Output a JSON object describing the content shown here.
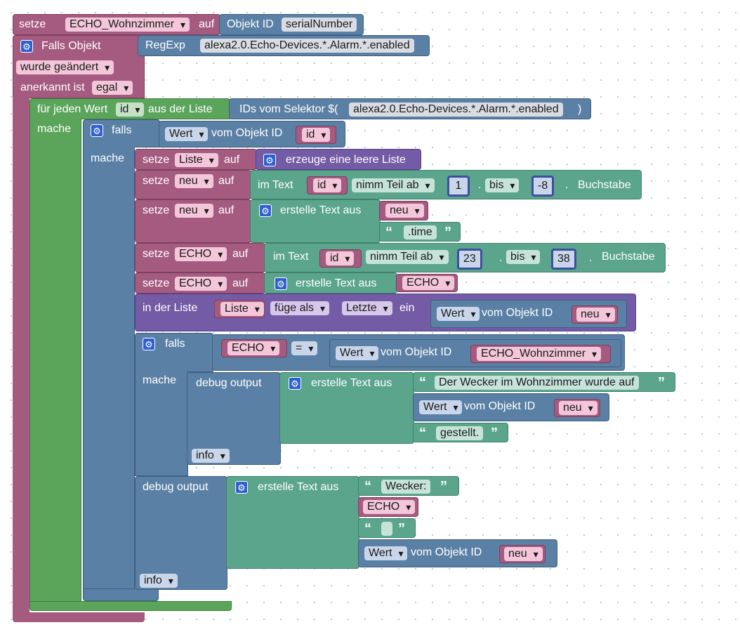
{
  "colors": {
    "variable": "#a55b80",
    "logic": "#5b80a5",
    "loop": "#5ba55b",
    "text": "#5ba58c",
    "list": "#745ba5",
    "gear": "#3060d0"
  },
  "icons": {
    "mutator": "gear-icon"
  },
  "top_set": {
    "setze": "setze",
    "var": "ECHO_Wohnzimmer",
    "auf": "auf",
    "objekt_id": "Objekt ID",
    "serial": "serialNumber"
  },
  "trigger": {
    "falls_objekt": "Falls Objekt",
    "regexp": "RegExp",
    "pattern": "alexa2.0.Echo-Devices.*.Alarm.*.enabled",
    "wurde": "wurde geändert",
    "anerkannt": "anerkannt ist",
    "egal": "egal"
  },
  "foreach": {
    "fuer": "für jeden Wert",
    "var": "id",
    "aus": "aus der Liste",
    "ids": "IDs vom Selektor $(",
    "selector": "alexa2.0.Echo-Devices.*.Alarm.*.enabled",
    "close": ")",
    "mache": "mache"
  },
  "if1": {
    "falls": "falls",
    "wert": "Wert",
    "vom": "vom Objekt ID",
    "id": "id",
    "mache": "mache"
  },
  "s1": {
    "setze": "setze",
    "var": "Liste",
    "auf": "auf",
    "create": "erzeuge eine leere Liste"
  },
  "s2": {
    "setze": "setze",
    "var": "neu",
    "auf": "auf",
    "imtext": "im Text",
    "id": "id",
    "nimm": "nimm Teil ab",
    "n1": "1",
    "bis": "bis",
    "n2": "-8",
    "dot": ".",
    "buch": "Buchstabe"
  },
  "s3": {
    "setze": "setze",
    "var": "neu",
    "auf": "auf",
    "erstelle": "erstelle Text aus",
    "neu": "neu",
    "time": ".time"
  },
  "s4": {
    "setze": "setze",
    "var": "ECHO",
    "auf": "auf",
    "imtext": "im Text",
    "id": "id",
    "nimm": "nimm Teil ab",
    "n1": "23",
    "bis": "bis",
    "n2": "38",
    "dot": ".",
    "buch": "Buchstabe"
  },
  "s5": {
    "setze": "setze",
    "var": "ECHO",
    "auf": "auf",
    "erstelle": "erstelle Text aus",
    "echo": "ECHO"
  },
  "s6": {
    "inliste": "in der Liste",
    "liste": "Liste",
    "fuege": "füge als",
    "letzte": "Letzte",
    "ein": "ein",
    "wert": "Wert",
    "vom": "vom Objekt ID",
    "neu": "neu"
  },
  "if2": {
    "falls": "falls",
    "echo": "ECHO",
    "eq": "=",
    "wert": "Wert",
    "vom": "vom Objekt ID",
    "var": "ECHO_Wohnzimmer",
    "mache": "mache"
  },
  "dbg1": {
    "debug": "debug output",
    "erstelle": "erstelle Text aus",
    "text1": "Der Wecker im Wohnzimmer wurde auf",
    "wert": "Wert",
    "vom": "vom Objekt ID",
    "neu": "neu",
    "text2": "gestellt.",
    "info": "info"
  },
  "dbg2": {
    "debug": "debug output",
    "erstelle": "erstelle Text aus",
    "text1": "Wecker:",
    "echo": "ECHO",
    "text2": "",
    "wert": "Wert",
    "vom": "vom Objekt ID",
    "neu": "neu",
    "info": "info"
  }
}
